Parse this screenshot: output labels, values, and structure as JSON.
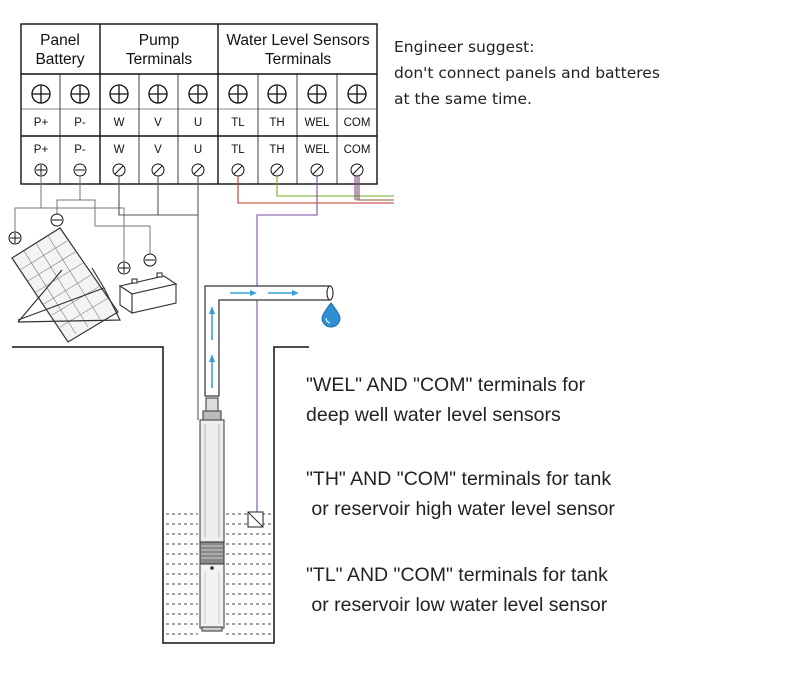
{
  "terminal_block": {
    "groups": [
      {
        "line1": "Panel",
        "line2": "Battery"
      },
      {
        "line1": "Pump",
        "line2": "Terminals"
      },
      {
        "line1": "Water Level Sensors",
        "line2": "Terminals"
      }
    ],
    "terminals": [
      "P+",
      "P-",
      "W",
      "V",
      "U",
      "TL",
      "TH",
      "WEL",
      "COM"
    ]
  },
  "engineer_note": {
    "line1": "Engineer suggest:",
    "line2": "don't connect panels and batteres",
    "line3": "at the same time."
  },
  "descriptions": [
    {
      "line1": "\"WEL\" AND \"COM\" terminals for",
      "line2": "deep well water level sensors"
    },
    {
      "line1": "\"TH\" AND \"COM\" terminals for tank",
      "line2": " or reservoir high water level sensor"
    },
    {
      "line1": "\"TL\" AND \"COM\" terminals for tank",
      "line2": " or reservoir low water level sensor"
    }
  ],
  "wire_colors": {
    "TL": "#c0392b",
    "TH": "#7aa82a",
    "WEL": "#7a4fa6",
    "COM": "#8b5a2b"
  },
  "water_color": "#3aa0d8"
}
